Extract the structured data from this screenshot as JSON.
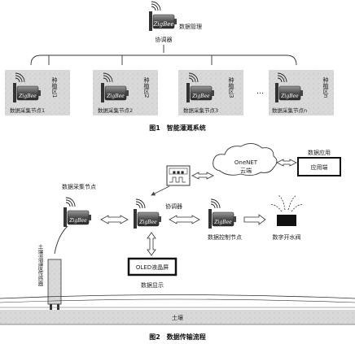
{
  "figure1": {
    "coordinator_title": "数据管理",
    "coordinator_label": "协调器",
    "chip_text": "ZigBee",
    "zones": [
      {
        "vertical": "种植区1",
        "node_label": "数据采集节点1"
      },
      {
        "vertical": "种植区2",
        "node_label": "数据采集节点2"
      },
      {
        "vertical": "种植区3",
        "node_label": "数据采集节点3"
      },
      {
        "vertical": "种植区n",
        "node_label": "数据采集节点n"
      }
    ],
    "ellipsis": "…",
    "caption": "图1　智能灌溉系统"
  },
  "figure2": {
    "chip_text": "ZigBee",
    "collector_label": "数据采集节点",
    "coordinator_label": "协调器",
    "control_label": "数据控制节点",
    "valve_label": "数字开水阀",
    "cloud_label_1": "OneNET",
    "cloud_label_2": "云端",
    "app_title": "数据应用",
    "app_box": "应用端",
    "oled_box": "OLED液晶屏",
    "oled_label": "数据显示",
    "sensor_label": "土壤温湿度传感器",
    "soil_label": "土壤",
    "caption": "图2　数据传输流程"
  }
}
